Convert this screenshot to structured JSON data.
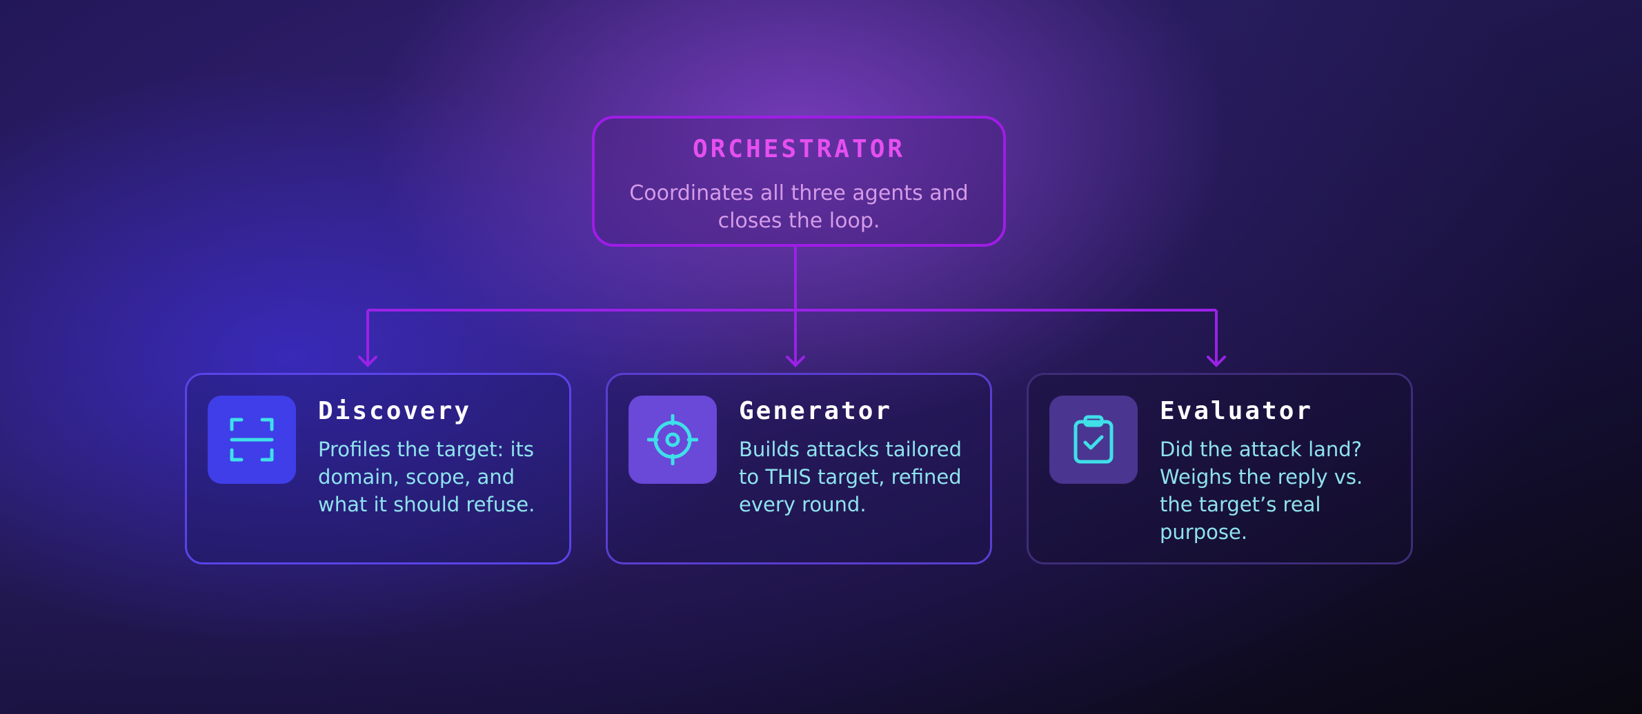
{
  "orchestrator": {
    "title": "ORCHESTRATOR",
    "description": "Coordinates all three agents and closes the loop."
  },
  "agents": [
    {
      "title": "Discovery",
      "description": "Profiles the target: its domain, scope, and what it should refuse.",
      "icon": "scan-icon"
    },
    {
      "title": "Generator",
      "description": "Builds attacks tailored to THIS target, refined every round.",
      "icon": "crosshair-icon"
    },
    {
      "title": "Evaluator",
      "description": "Did the attack land? Weighs the reply vs. the target’s real purpose.",
      "icon": "clipboard-check-icon"
    }
  ],
  "colors": {
    "connector": "#9a22e6",
    "orchestrator_title": "#e64ff0",
    "icon_accent": "#3fe0e8",
    "agent_description": "#8fe3ee"
  }
}
